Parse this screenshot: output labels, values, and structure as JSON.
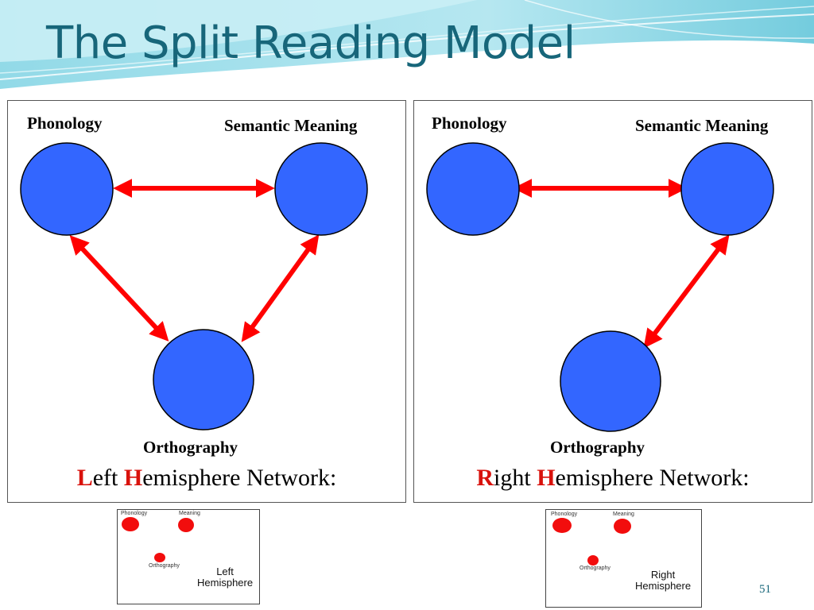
{
  "title": "The Split Reading Model",
  "colors": {
    "node": "#3366ff",
    "arrow": "#ff0000",
    "title": "#17667a",
    "highlight": "#d9120c",
    "thumbnail_dot": "#f20d0d"
  },
  "left_panel": {
    "nodes": {
      "phonology": "Phonology",
      "semantic": "Semantic Meaning",
      "orthography": "Orthography"
    },
    "connections": [
      "phonology-semantic",
      "phonology-orthography",
      "semantic-orthography"
    ],
    "caption": {
      "initial1": "L",
      "rest1": "eft ",
      "initial2": "H",
      "rest2": "emisphere Network:"
    }
  },
  "right_panel": {
    "nodes": {
      "phonology": "Phonology",
      "semantic": "Semantic Meaning",
      "orthography": "Orthography"
    },
    "connections": [
      "phonology-semantic",
      "semantic-orthography"
    ],
    "caption": {
      "initial1": "R",
      "rest1": "ight ",
      "initial2": "H",
      "rest2": "emisphere Network:"
    }
  },
  "thumbnails": {
    "left": {
      "phonology": "Phonology",
      "meaning": "Meaning",
      "orthography": "Orthography",
      "hemisphere_line1": "Left",
      "hemisphere_line2": "Hemisphere"
    },
    "right": {
      "phonology": "Phonology",
      "meaning": "Meaning",
      "orthography": "Orthography",
      "hemisphere_line1": "Right",
      "hemisphere_line2": "Hemisphere"
    }
  },
  "slide_number": "51"
}
